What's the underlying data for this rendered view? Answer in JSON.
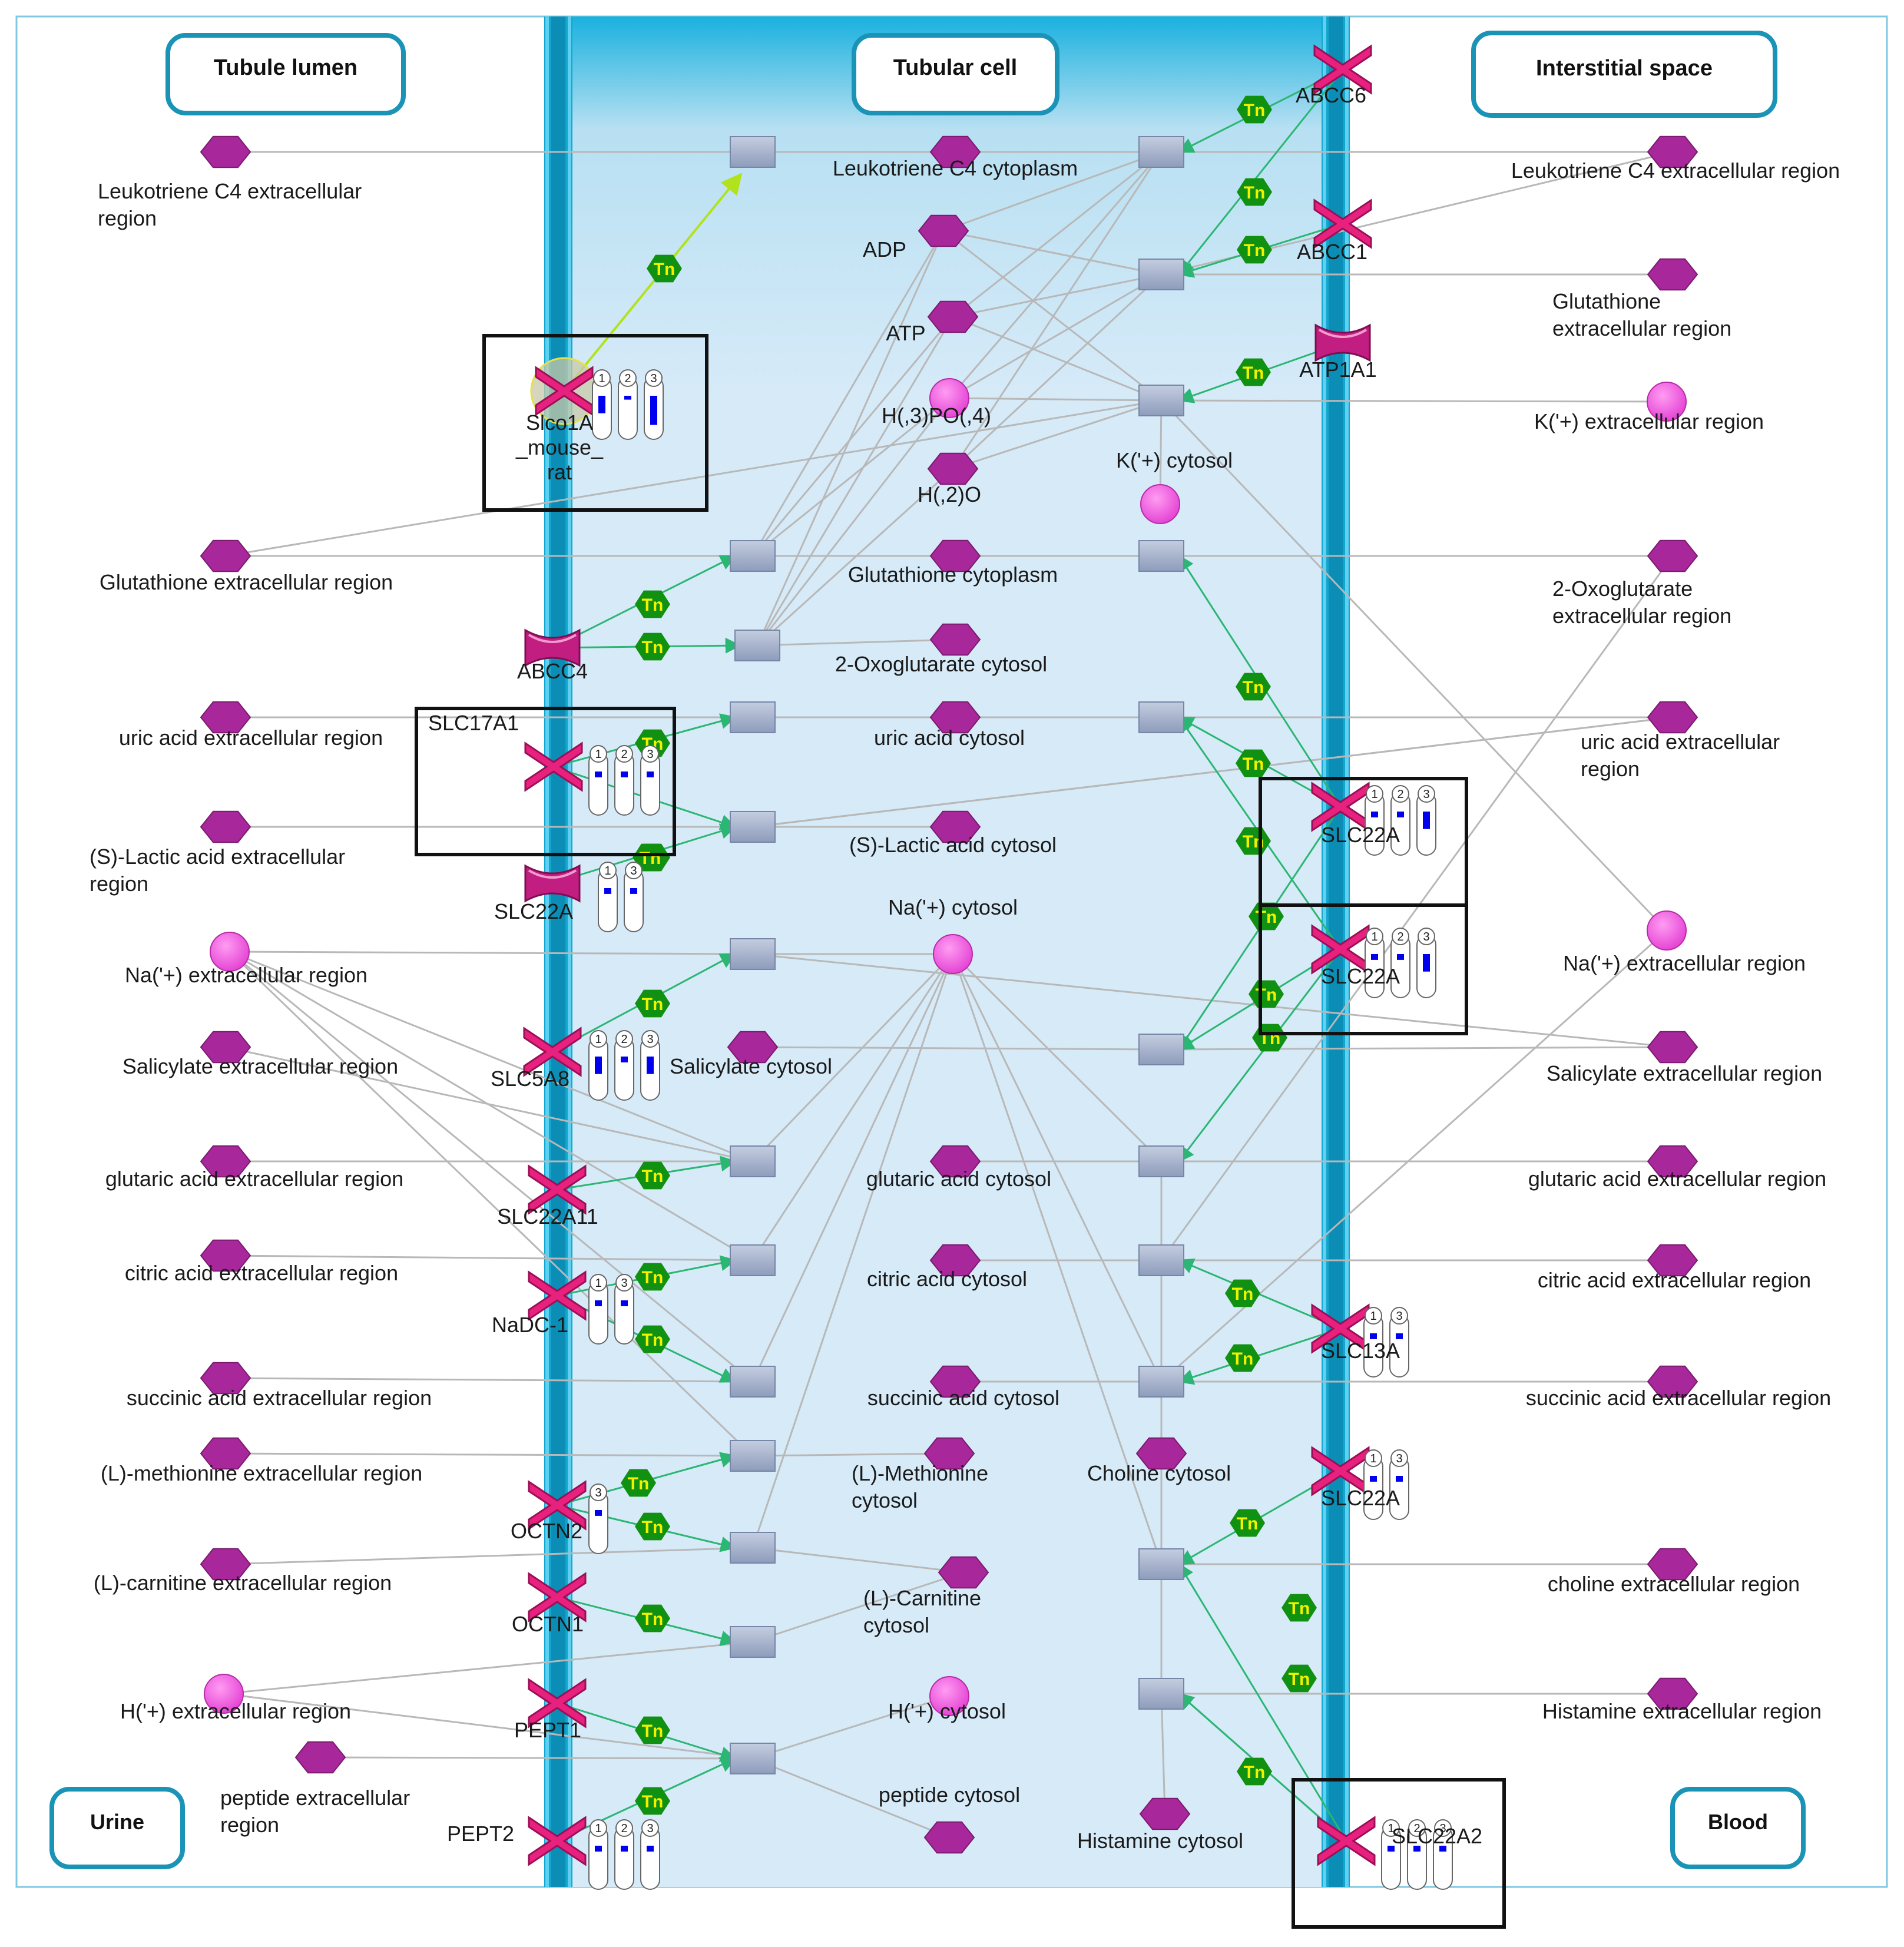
{
  "regions": {
    "tubule_lumen": "Tubule lumen",
    "tubular_cell": "Tubular cell",
    "interstitial_space": "Interstitial space",
    "urine": "Urine",
    "blood": "Blood"
  },
  "reaction_badge": "Tn",
  "colors": {
    "membrane": "#12a6cf",
    "cell_fill": "#d6eaf8",
    "metabolite": "#a8279a",
    "ion": "#ee55dd",
    "transporter": "#e8217f",
    "reaction_node": "#98a6c3",
    "tn_badge": "#119111",
    "tn_text": "#f2f200",
    "edge_gray": "#b8b8b8",
    "edge_green": "#2bb673",
    "frame_blue": "#1b93b7",
    "highlight_edge": "#b2e21c"
  },
  "metabolites": [
    {
      "id": "ltc4_ext_l",
      "label": "Leukotriene C4 extracellular region",
      "shape": "hexagon"
    },
    {
      "id": "ltc4_cyto",
      "label": "Leukotriene C4 cytoplasm",
      "shape": "hexagon"
    },
    {
      "id": "ltc4_ext_r",
      "label": "Leukotriene C4 extracellular region",
      "shape": "hexagon"
    },
    {
      "id": "adp",
      "label": "ADP",
      "shape": "hexagon"
    },
    {
      "id": "atp",
      "label": "ATP",
      "shape": "hexagon"
    },
    {
      "id": "h3po4",
      "label": "H(,3)PO(,4)",
      "shape": "circle"
    },
    {
      "id": "h2o",
      "label": "H(,2)O",
      "shape": "hexagon"
    },
    {
      "id": "glut_ext_r",
      "label": "Glutathione extracellular region",
      "shape": "hexagon"
    },
    {
      "id": "k_ext",
      "label": "K('+) extracellular region",
      "shape": "circle"
    },
    {
      "id": "k_cyto",
      "label": "K('+) cytosol",
      "shape": "circle"
    },
    {
      "id": "glut_ext_l",
      "label": "Glutathione extracellular region",
      "shape": "hexagon"
    },
    {
      "id": "glut_cyto",
      "label": "Glutathione cytoplasm",
      "shape": "hexagon"
    },
    {
      "id": "oxo_ext_r",
      "label": "2-Oxoglutarate extracellular region",
      "shape": "hexagon"
    },
    {
      "id": "oxo_cyto",
      "label": "2-Oxoglutarate cytosol",
      "shape": "hexagon"
    },
    {
      "id": "uric_ext_l",
      "label": "uric acid extracellular region",
      "shape": "hexagon"
    },
    {
      "id": "uric_cyto",
      "label": "uric acid cytosol",
      "shape": "hexagon"
    },
    {
      "id": "uric_ext_r",
      "label": "uric acid extracellular region",
      "shape": "hexagon"
    },
    {
      "id": "lact_ext_l",
      "label": "(S)-Lactic acid extracellular region",
      "shape": "hexagon"
    },
    {
      "id": "lact_cyto",
      "label": "(S)-Lactic acid cytosol",
      "shape": "hexagon"
    },
    {
      "id": "na_ext_l",
      "label": "Na('+) extracellular region",
      "shape": "circle"
    },
    {
      "id": "na_cyto",
      "label": "Na('+) cytosol",
      "shape": "circle"
    },
    {
      "id": "na_ext_r",
      "label": "Na('+) extracellular region",
      "shape": "circle"
    },
    {
      "id": "sal_ext_l",
      "label": "Salicylate extracellular region",
      "shape": "hexagon"
    },
    {
      "id": "sal_cyto",
      "label": "Salicylate cytosol",
      "shape": "hexagon"
    },
    {
      "id": "sal_ext_r",
      "label": "Salicylate extracellular region",
      "shape": "hexagon"
    },
    {
      "id": "glutar_ext_l",
      "label": "glutaric acid extracellular region",
      "shape": "hexagon"
    },
    {
      "id": "glutar_cyto",
      "label": "glutaric acid cytosol",
      "shape": "hexagon"
    },
    {
      "id": "glutar_ext_r",
      "label": "glutaric acid extracellular region",
      "shape": "hexagon"
    },
    {
      "id": "cit_ext_l",
      "label": "citric acid extracellular region",
      "shape": "hexagon"
    },
    {
      "id": "cit_cyto",
      "label": "citric acid cytosol",
      "shape": "hexagon"
    },
    {
      "id": "cit_ext_r",
      "label": "citric acid extracellular region",
      "shape": "hexagon"
    },
    {
      "id": "succ_ext_l",
      "label": "succinic acid extracellular region",
      "shape": "hexagon"
    },
    {
      "id": "succ_cyto",
      "label": "succinic acid cytosol",
      "shape": "hexagon"
    },
    {
      "id": "succ_ext_r",
      "label": "succinic acid extracellular region",
      "shape": "hexagon"
    },
    {
      "id": "met_ext",
      "label": "(L)-methionine extracellular region",
      "shape": "hexagon"
    },
    {
      "id": "met_cyto",
      "label": "(L)-Methionine cytosol",
      "shape": "hexagon"
    },
    {
      "id": "chol_cyto",
      "label": "Choline cytosol",
      "shape": "hexagon"
    },
    {
      "id": "car_ext",
      "label": "(L)-carnitine extracellular region",
      "shape": "hexagon"
    },
    {
      "id": "car_cyto",
      "label": "(L)-Carnitine cytosol",
      "shape": "hexagon"
    },
    {
      "id": "chol_ext",
      "label": "choline extracellular region",
      "shape": "hexagon"
    },
    {
      "id": "h_ext",
      "label": "H('+) extracellular region",
      "shape": "circle"
    },
    {
      "id": "h_cyto",
      "label": "H('+) cytosol",
      "shape": "circle"
    },
    {
      "id": "hist_ext",
      "label": "Histamine extracellular region",
      "shape": "hexagon"
    },
    {
      "id": "pep_ext",
      "label": "peptide extracellular region",
      "shape": "hexagon"
    },
    {
      "id": "pep_cyto",
      "label": "peptide cytosol",
      "shape": "hexagon"
    },
    {
      "id": "hist_cyto",
      "label": "Histamine cytosol",
      "shape": "hexagon"
    }
  ],
  "transporters": [
    {
      "id": "abcc6",
      "label": "ABCC6",
      "kind": "x",
      "bars": []
    },
    {
      "id": "abcc1",
      "label": "ABCC1",
      "kind": "x",
      "bars": []
    },
    {
      "id": "atp1a1",
      "label": "ATP1A1",
      "kind": "channel",
      "bars": []
    },
    {
      "id": "slco1a",
      "label": "Slco1A _mouse_ rat",
      "kind": "x",
      "bars": [
        {
          "n": "1",
          "level": 0.55
        },
        {
          "n": "2",
          "level": 0.9
        },
        {
          "n": "3",
          "level": 0.25
        }
      ],
      "highlight": true
    },
    {
      "id": "abcc4",
      "label": "ABCC4",
      "kind": "channel",
      "bars": []
    },
    {
      "id": "slc17a1",
      "label": "SLC17A1",
      "kind": "x",
      "bars": [
        {
          "n": "1",
          "level": 0.85
        },
        {
          "n": "2",
          "level": 0.85
        },
        {
          "n": "3",
          "level": 0.85
        }
      ],
      "boxed": true
    },
    {
      "id": "slc22a_a",
      "label": "SLC22A",
      "kind": "x",
      "bars": [
        {
          "n": "1",
          "level": 0.85
        },
        {
          "n": "2",
          "level": 0.85
        },
        {
          "n": "3",
          "level": 0.55
        }
      ],
      "boxed": true
    },
    {
      "id": "slc22a_b",
      "label": "SLC22A",
      "kind": "x",
      "bars": [
        {
          "n": "1",
          "level": 0.85
        },
        {
          "n": "2",
          "level": 0.85
        },
        {
          "n": "3",
          "level": 0.55
        }
      ],
      "boxed": true
    },
    {
      "id": "slc22a_l",
      "label": "SLC22A",
      "kind": "channel",
      "bars": [
        {
          "n": "1",
          "level": 0.85
        },
        {
          "n": "3",
          "level": 0.85
        }
      ]
    },
    {
      "id": "slc5a8",
      "label": "SLC5A8",
      "kind": "x",
      "bars": [
        {
          "n": "1",
          "level": 0.55
        },
        {
          "n": "2",
          "level": 0.85
        },
        {
          "n": "3",
          "level": 0.55
        }
      ]
    },
    {
      "id": "slc22a11",
      "label": "SLC22A11",
      "kind": "x",
      "bars": []
    },
    {
      "id": "nadc1",
      "label": "NaDC-1",
      "kind": "x",
      "bars": [
        {
          "n": "1",
          "level": 0.85
        },
        {
          "n": "3",
          "level": 0.85
        }
      ]
    },
    {
      "id": "slc13a",
      "label": "SLC13A",
      "kind": "x",
      "bars": [
        {
          "n": "1",
          "level": 0.85
        },
        {
          "n": "3",
          "level": 0.85
        }
      ]
    },
    {
      "id": "slc22a_r",
      "label": "SLC22A",
      "kind": "x",
      "bars": [
        {
          "n": "1",
          "level": 0.85
        },
        {
          "n": "3",
          "level": 0.85
        }
      ]
    },
    {
      "id": "octn2",
      "label": "OCTN2",
      "kind": "x",
      "bars": [
        {
          "n": "3",
          "level": 0.85
        }
      ]
    },
    {
      "id": "octn1",
      "label": "OCTN1",
      "kind": "x",
      "bars": []
    },
    {
      "id": "pept1",
      "label": "PEPT1",
      "kind": "x",
      "bars": []
    },
    {
      "id": "pept2",
      "label": "PEPT2",
      "kind": "x",
      "bars": [
        {
          "n": "1",
          "level": 0.85
        },
        {
          "n": "2",
          "level": 0.85
        },
        {
          "n": "3",
          "level": 0.85
        }
      ]
    },
    {
      "id": "slc22a2",
      "label": "SLC22A2",
      "kind": "x",
      "bars": [
        {
          "n": "1",
          "level": 0.85
        },
        {
          "n": "2",
          "level": 0.85
        },
        {
          "n": "3",
          "level": 0.85
        }
      ],
      "boxed": true
    }
  ]
}
